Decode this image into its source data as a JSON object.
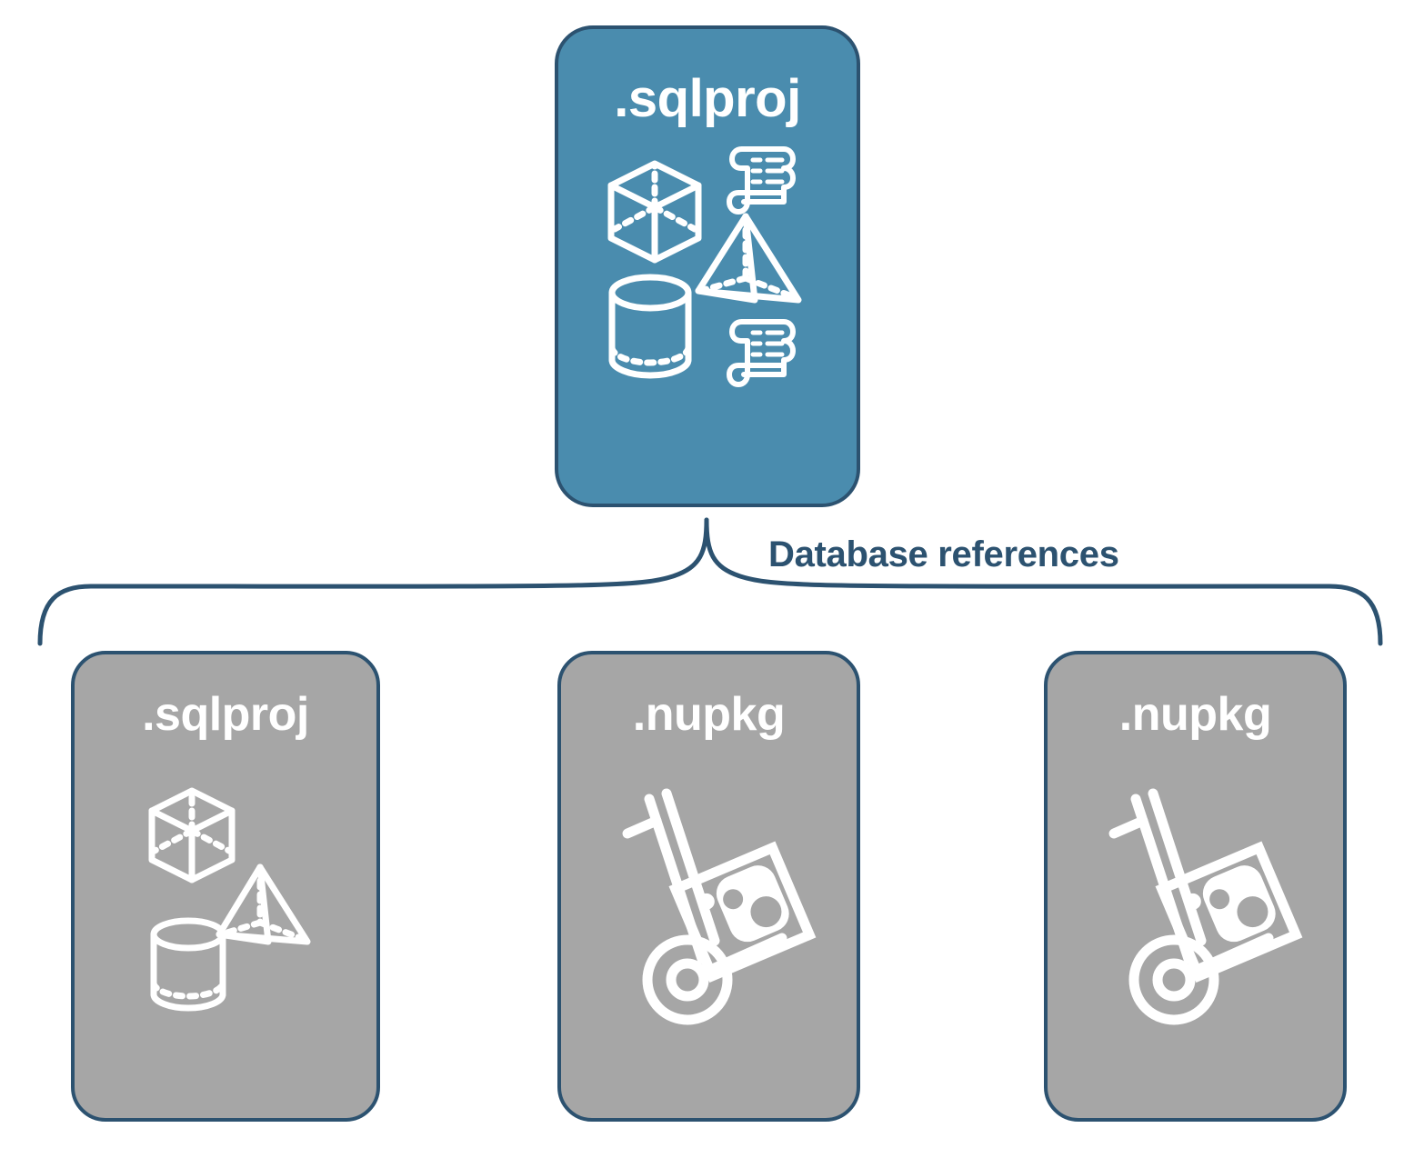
{
  "diagram": {
    "title": "Database references",
    "colors": {
      "primary_fill": "#4a8cae",
      "secondary_fill": "#a6a6a6",
      "border": "#2c5270",
      "icon": "#ffffff",
      "label_text": "#2c5270",
      "node_text": "#ffffff",
      "background": "#ffffff"
    },
    "root": {
      "label": ".sqlproj",
      "icons": [
        "cube-icon",
        "script-scroll-icon",
        "pyramid-icon",
        "cylinder-icon",
        "script-scroll-icon"
      ]
    },
    "connector": {
      "label": "Database references",
      "style": "curly-brace"
    },
    "children": [
      {
        "label": ".sqlproj",
        "icons": [
          "cube-icon",
          "pyramid-icon",
          "cylinder-icon"
        ]
      },
      {
        "label": ".nupkg",
        "icons": [
          "hand-truck-package-icon"
        ]
      },
      {
        "label": ".nupkg",
        "icons": [
          "hand-truck-package-icon"
        ]
      }
    ]
  }
}
